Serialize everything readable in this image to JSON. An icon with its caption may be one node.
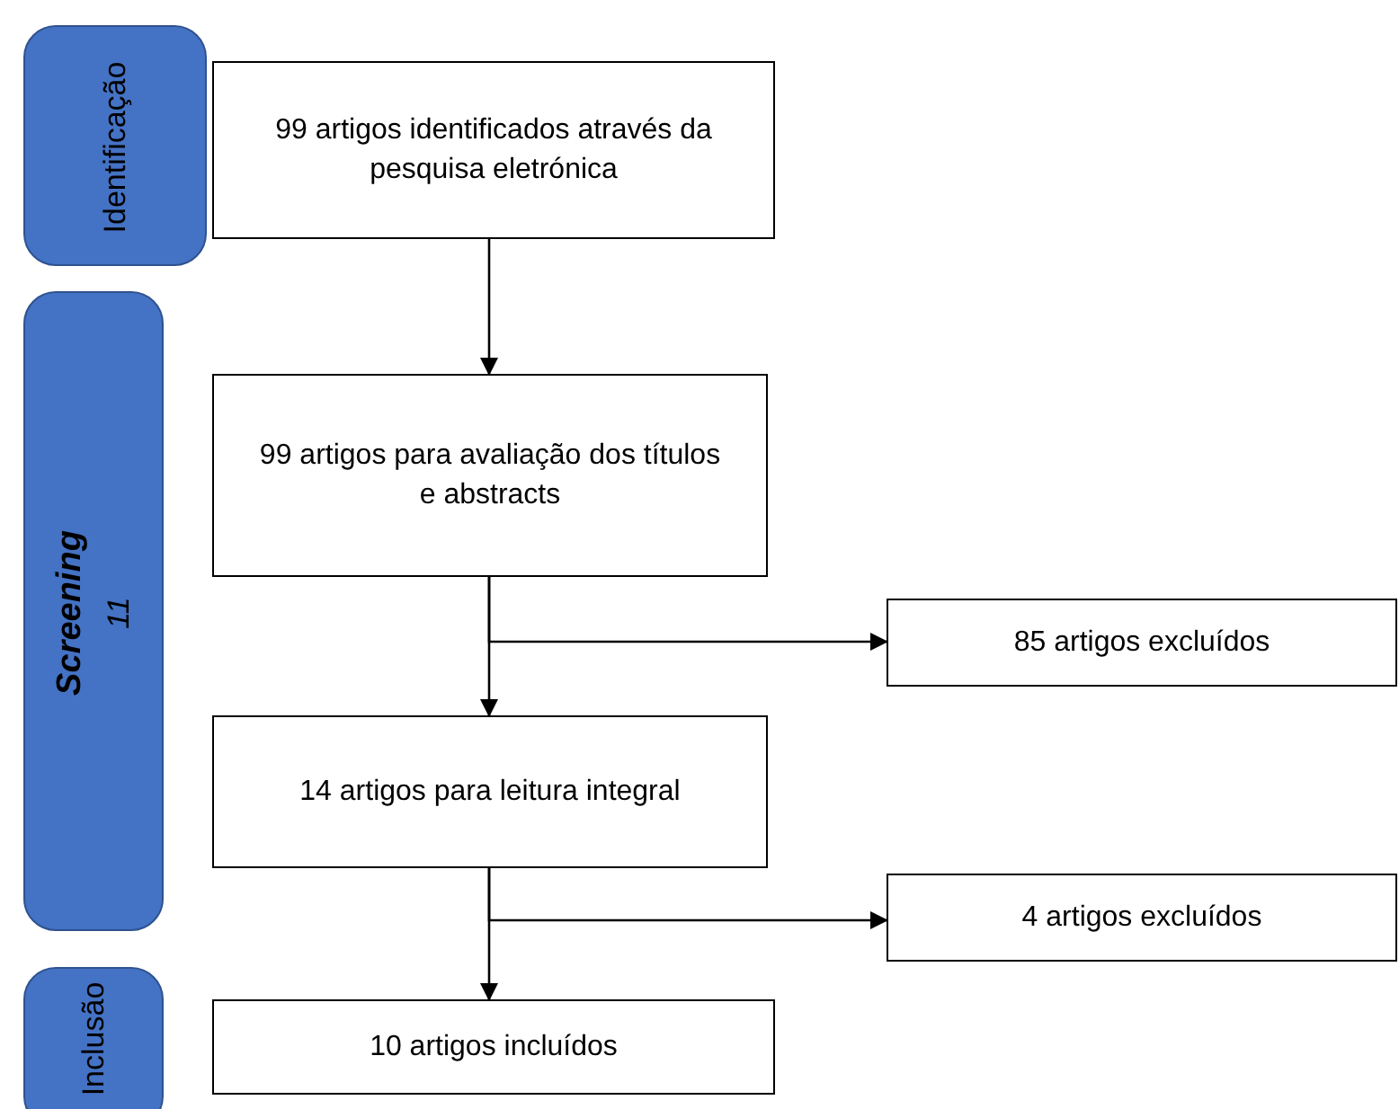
{
  "diagram": {
    "nodes": [
      {
        "text": [
          "Identificação"
        ]
      },
      {
        "text": [
          "99 artigos identificados através da pesquisa eletrónica"
        ]
      },
      {
        "text": [
          "Screening",
          "11"
        ]
      },
      {
        "text": [
          "99 artigos para avaliação dos títulos e abstracts"
        ]
      },
      {
        "text": [
          "85 artigos excluídos"
        ]
      },
      {
        "text": [
          "14 artigos para leitura integral"
        ]
      },
      {
        "text": [
          "4 artigos excluídos"
        ]
      },
      {
        "text": [
          "Inclusão"
        ]
      },
      {
        "text": [
          "10 artigos incluídos"
        ]
      }
    ],
    "edges": [
      {
        "from": 1,
        "to": 3,
        "arrow": "to"
      },
      {
        "from": 3,
        "to": 5,
        "arrow": "to"
      },
      {
        "from": 3,
        "to": 4,
        "arrow": "to"
      },
      {
        "from": 5,
        "to": 8,
        "arrow": "to"
      },
      {
        "from": 5,
        "to": 6,
        "arrow": "to"
      }
    ]
  }
}
